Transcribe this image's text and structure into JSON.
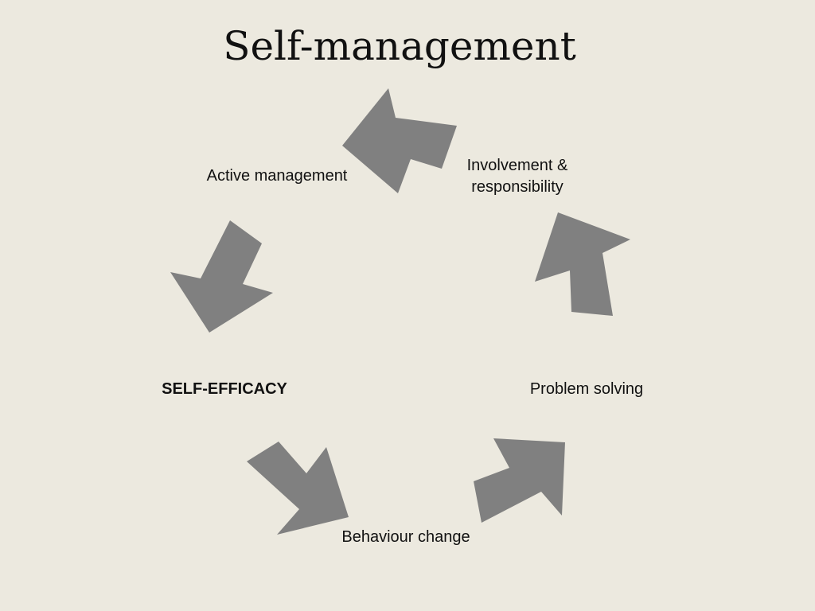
{
  "slide": {
    "title": "Self-management",
    "arrow_color": "#808080",
    "background": "#ece9df"
  },
  "cycle": {
    "nodes": [
      {
        "key": "involvement",
        "line1": "Involvement &",
        "line2": "responsibility"
      },
      {
        "key": "active",
        "text": "Active management"
      },
      {
        "key": "self_efficacy",
        "text": "SELF-EFFICACY",
        "bold": true
      },
      {
        "key": "behaviour",
        "text": "Behaviour change"
      },
      {
        "key": "problem",
        "text": "Problem solving"
      }
    ],
    "direction": "counter-clockwise"
  }
}
